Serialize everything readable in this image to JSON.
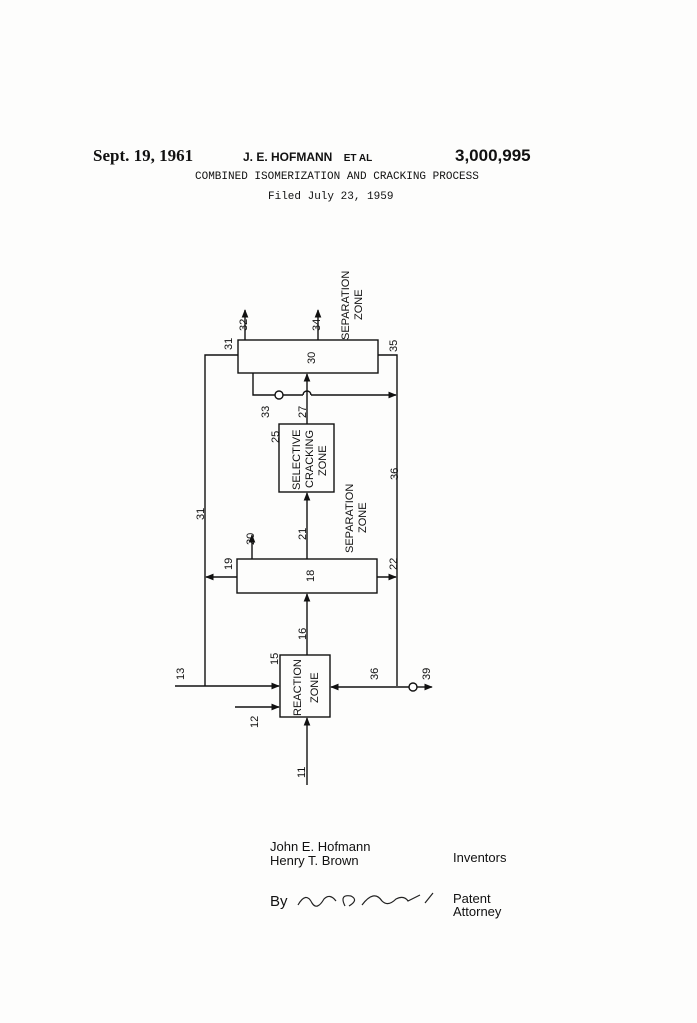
{
  "header": {
    "date": "Sept. 19, 1961",
    "inventors_short": "J. E. HOFMANN",
    "etal": "ET AL",
    "patent_number": "3,000,995",
    "title": "COMBINED ISOMERIZATION AND CRACKING PROCESS",
    "filed": "Filed July 23, 1959"
  },
  "diagram": {
    "reaction_zone": "REACTION",
    "reaction_zone2": "ZONE",
    "cracking1": "SELECTIVE",
    "cracking2": "CRACKING",
    "cracking3": "ZONE",
    "sep1": "SEPARATION",
    "sep2": "ZONE",
    "box18": "18",
    "box30": "30",
    "refs": {
      "r11": "11",
      "r12": "12",
      "r13": "13",
      "r15": "15",
      "r16": "16",
      "r19": "19",
      "r20": "20",
      "r21": "21",
      "r22": "22",
      "r25": "25",
      "r27": "27",
      "r31a": "31",
      "r31b": "31",
      "r32": "32",
      "r33": "33",
      "r34": "34",
      "r35": "35",
      "r36a": "36",
      "r36b": "36",
      "r39": "39"
    }
  },
  "footer": {
    "inventor1": "John E. Hofmann",
    "inventor2": "Henry T. Brown",
    "inventors_label": "Inventors",
    "by": "By",
    "signature": "Byron O. Dimmick",
    "patent_attorney1": "Patent",
    "patent_attorney2": "Attorney"
  }
}
